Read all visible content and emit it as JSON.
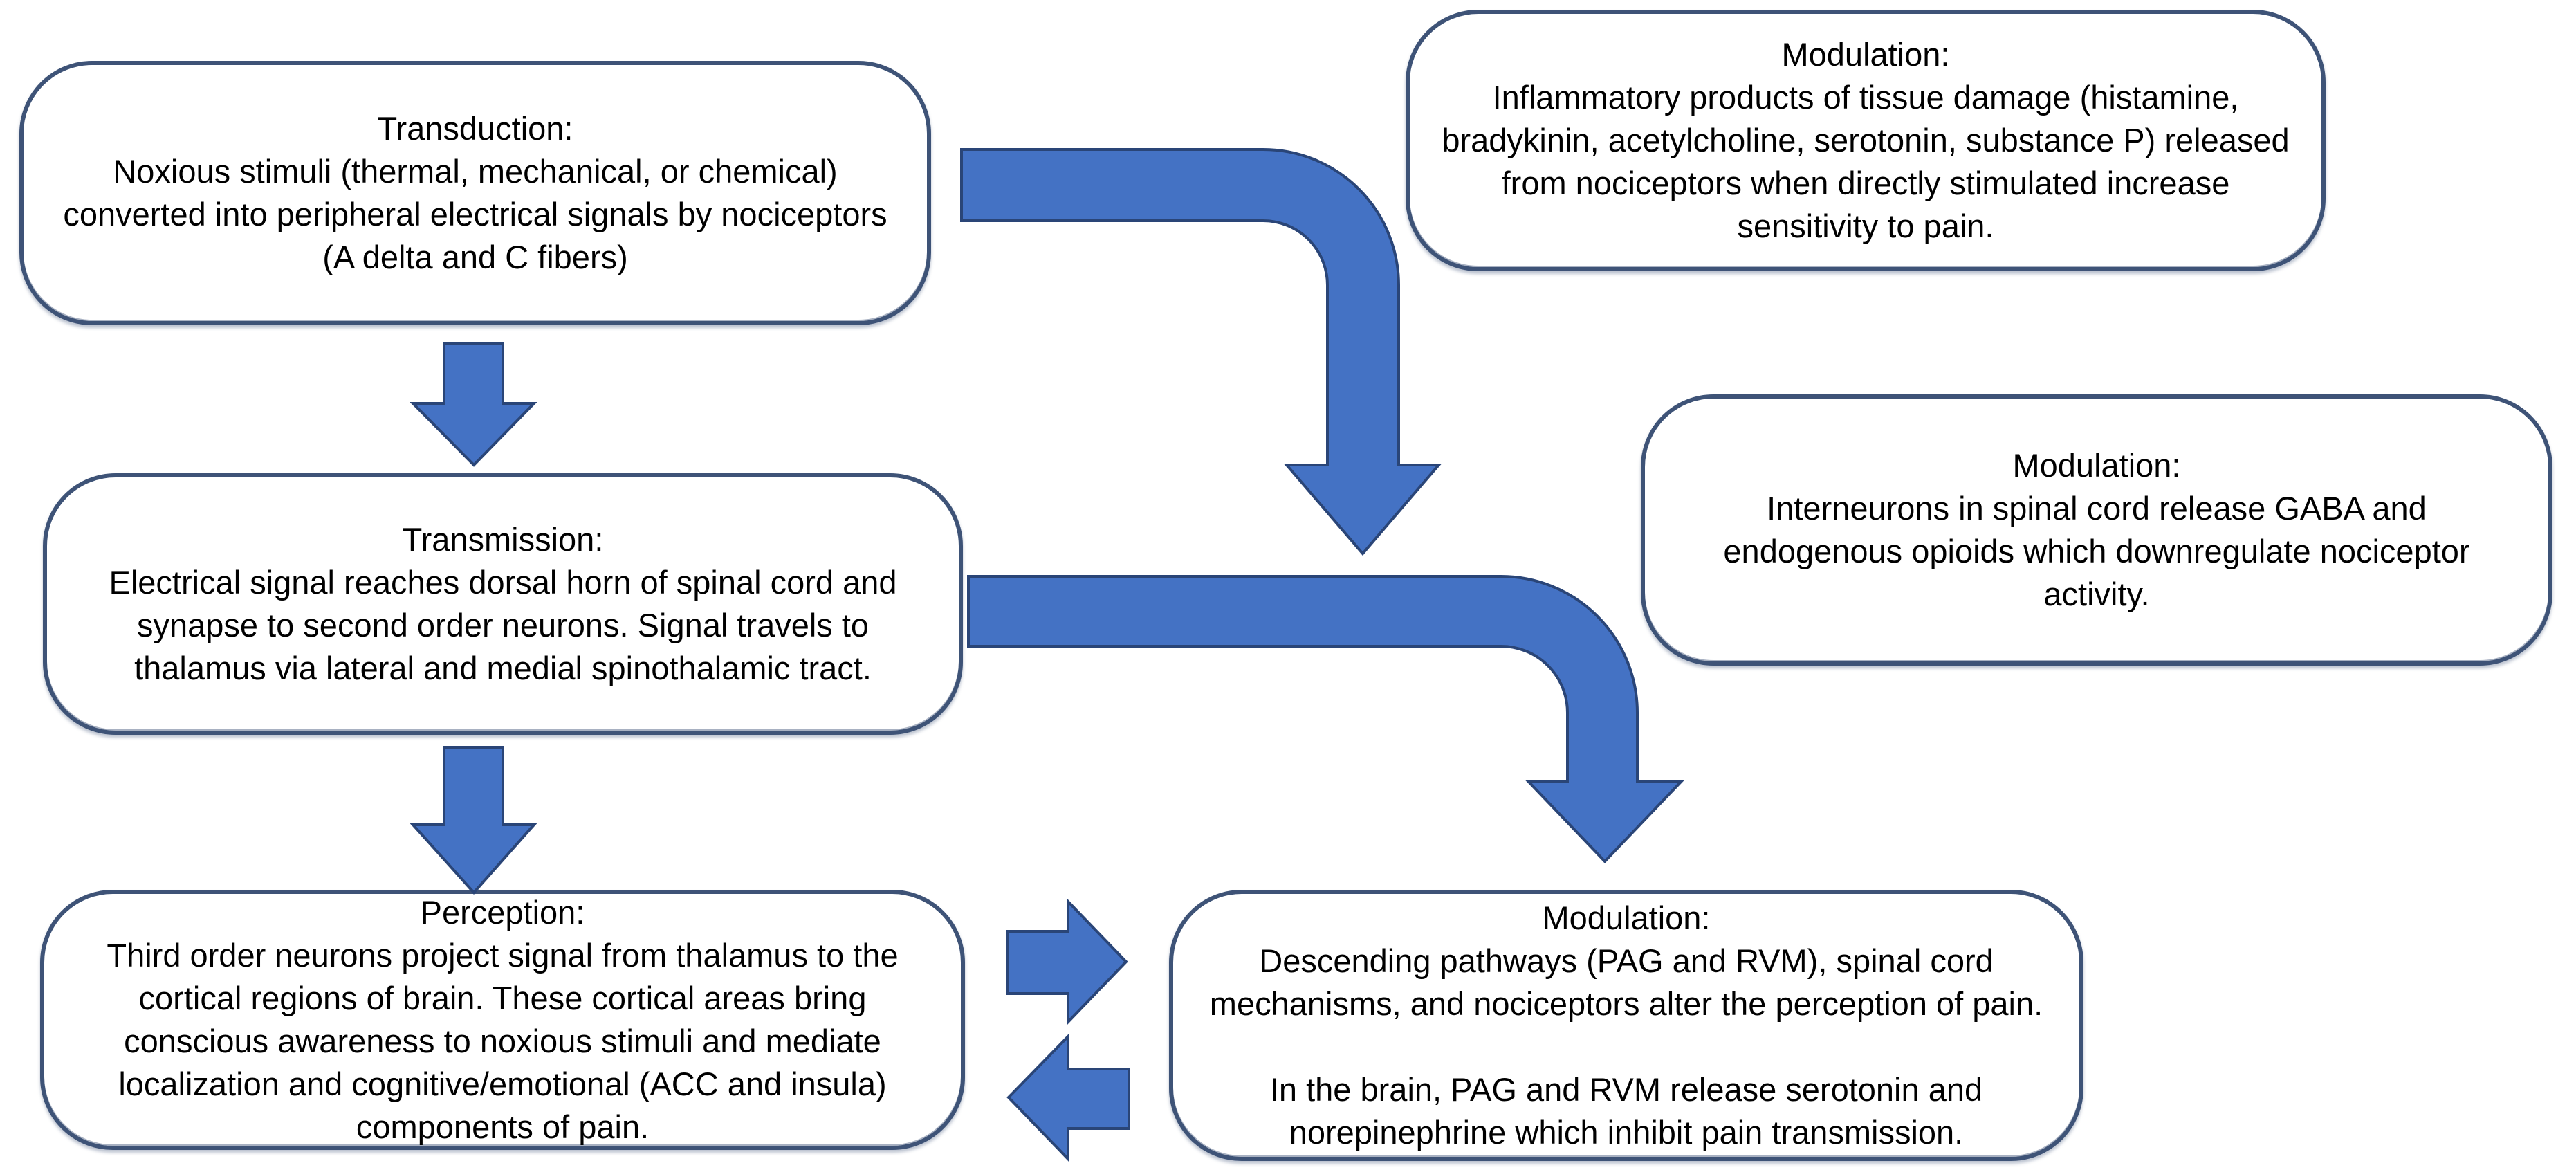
{
  "boxes": {
    "transduction": {
      "title": "Transduction:",
      "body": "Noxious stimuli (thermal, mechanical, or chemical) converted into peripheral electrical signals by nociceptors (A delta and C fibers)"
    },
    "modulation_top": {
      "title": "Modulation:",
      "body": "Inflammatory products of tissue damage (histamine, bradykinin, acetylcholine, serotonin, substance P) released from nociceptors when directly stimulated increase sensitivity to pain."
    },
    "transmission": {
      "title": "Transmission:",
      "body": "Electrical signal reaches dorsal horn of spinal cord and synapse to second order neurons. Signal travels to thalamus via lateral and medial spinothalamic tract."
    },
    "modulation_middle": {
      "title": "Modulation:",
      "body": "Interneurons in spinal cord release GABA and endogenous opioids which downregulate nociceptor activity."
    },
    "perception": {
      "title": "Perception:",
      "body": "Third order neurons project signal from thalamus to the cortical regions of brain. These cortical areas bring conscious awareness to noxious stimuli and mediate localization and cognitive/emotional (ACC and insula) components of pain."
    },
    "modulation_bottom": {
      "title": "Modulation:",
      "body": "Descending pathways (PAG and RVM), spinal cord mechanisms, and nociceptors alter the perception of pain.\n\nIn the brain, PAG and RVM release serotonin and norepinephrine which inhibit pain transmission."
    }
  },
  "arrows": [
    {
      "name": "down-arrow-transduction-to-transmission",
      "from": "transduction",
      "to": "transmission"
    },
    {
      "name": "down-arrow-transmission-to-perception",
      "from": "transmission",
      "to": "perception"
    },
    {
      "name": "elbow-arrow-transduction-to-modulation-middle",
      "from": "transduction",
      "to": "modulation_middle"
    },
    {
      "name": "elbow-arrow-transmission-to-modulation-bottom",
      "from": "transmission",
      "to": "modulation_bottom"
    },
    {
      "name": "right-arrow-perception-to-modulation-bottom",
      "from": "perception",
      "to": "modulation_bottom"
    },
    {
      "name": "left-arrow-modulation-bottom-to-perception",
      "from": "modulation_bottom",
      "to": "perception"
    }
  ],
  "colors": {
    "arrow_fill": "#4472C4",
    "arrow_outline": "#2A4577",
    "box_border": "#3E5377",
    "box_background": "#FFFFFF",
    "text": "#000000"
  }
}
